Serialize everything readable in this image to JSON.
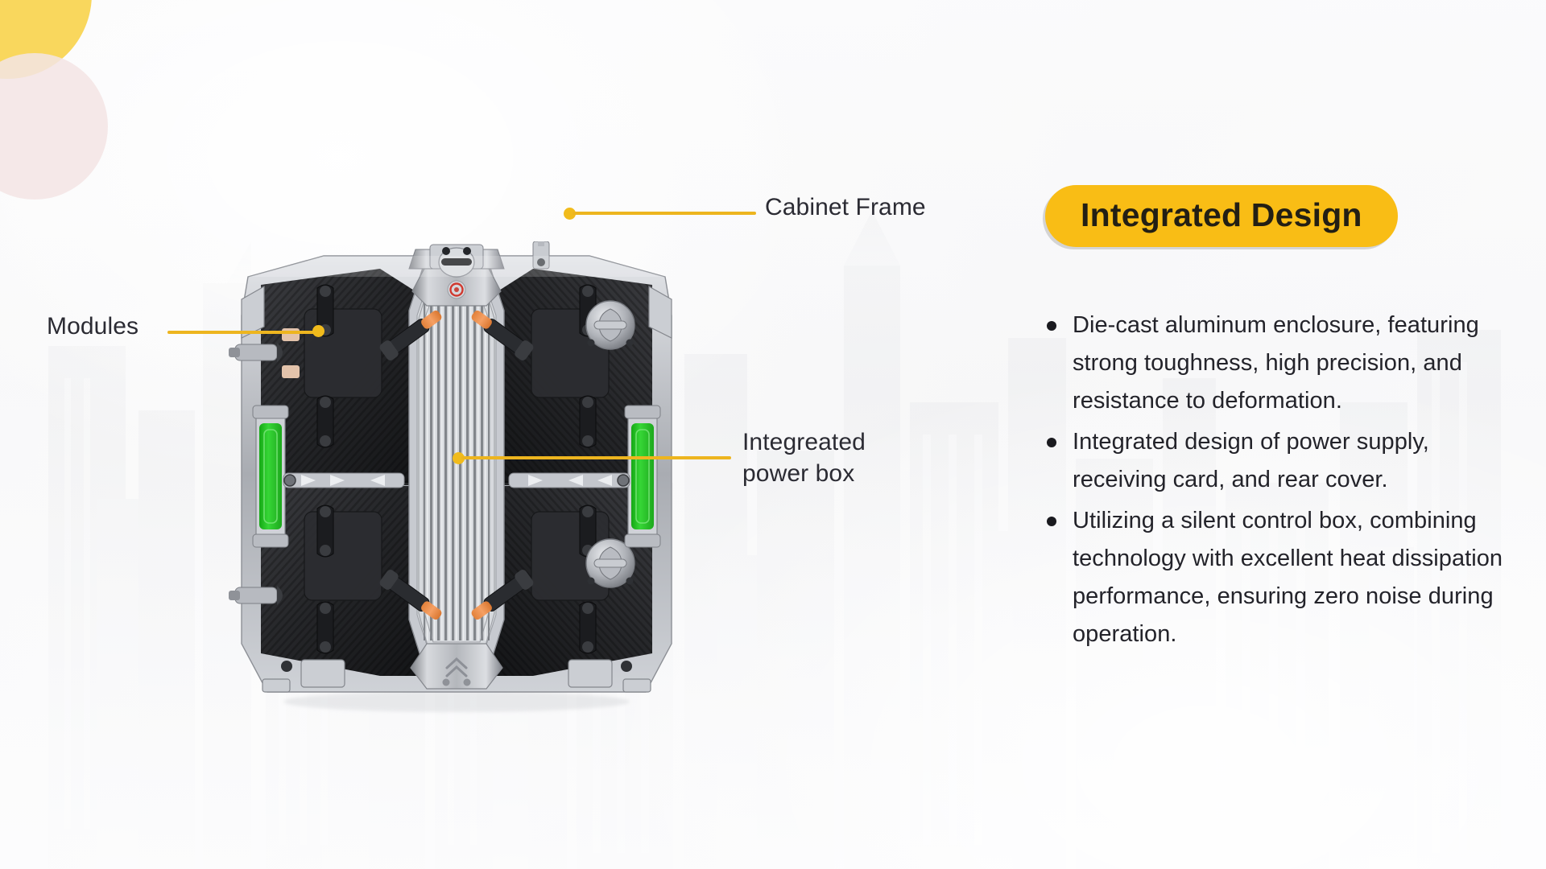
{
  "slide": {
    "background_color": "#f8f8f9",
    "accent_color": "#f9bd15",
    "callout_line_color": "#edb51f",
    "text_color": "#23232a"
  },
  "decor": {
    "circle_yellow_color": "#f9d44f",
    "circle_pink_color": "#f3e4e4",
    "watermark": "city-skyline-watermark"
  },
  "product": {
    "name": "led-cabinet-rear-view",
    "accent_green": "#2fc12f",
    "accent_orange": "#f08c3c"
  },
  "callouts": [
    {
      "id": "cabinet-frame",
      "label": "Cabinet Frame",
      "dot_color": "#f1bb1c"
    },
    {
      "id": "modules",
      "label": "Modules",
      "dot_color": "#f1bb1c"
    },
    {
      "id": "power-box",
      "label": "Integreated\npower box",
      "dot_color": "#f1bb1c"
    }
  ],
  "panel": {
    "title": "Integrated Design",
    "features": [
      "Die-cast aluminum enclosure, featuring strong toughness, high precision, and resistance to deformation.",
      "Integrated design of power supply, receiving card, and rear cover.",
      "Utilizing a silent control box, combining technology with excellent heat dissipation performance, ensuring zero noise during operation."
    ]
  }
}
